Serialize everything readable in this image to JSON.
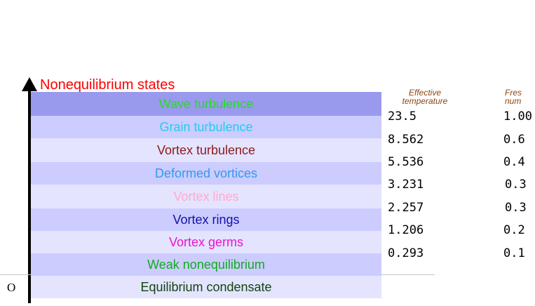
{
  "axis": {
    "title": "Nonequilibrium states",
    "zero_label": "O"
  },
  "levels": [
    {
      "label": "Wave turbulence",
      "text_color": "#22dd22",
      "bg": "#9999ee"
    },
    {
      "label": "Grain turbulence",
      "text_color": "#22ccee",
      "bg": "#ccccff"
    },
    {
      "label": "Vortex turbulence",
      "text_color": "#8b1a1a",
      "bg": "#e4e4ff"
    },
    {
      "label": "Deformed vortices",
      "text_color": "#3399ee",
      "bg": "#ccccff"
    },
    {
      "label": "Vortex lines",
      "text_color": "#ffaacc",
      "bg": "#e4e4ff"
    },
    {
      "label": "Vortex rings",
      "text_color": "#1111aa",
      "bg": "#ccccff"
    },
    {
      "label": "Vortex germs",
      "text_color": "#ee11cc",
      "bg": "#e4e4ff"
    },
    {
      "label": "Weak nonequilibrium",
      "text_color": "#11aa22",
      "bg": "#ccccff"
    },
    {
      "label": "Equilibrium condensate",
      "text_color": "#114411",
      "bg": "#e4e4ff"
    }
  ],
  "columns": {
    "effective_temperature": {
      "header_line1": "Effective",
      "header_line2": "temperature",
      "values": [
        "23.5",
        "8.562",
        "5.536",
        "3.231",
        "2.257",
        "1.206",
        "0.293"
      ]
    },
    "fresnel_number": {
      "header_line1": "Fres",
      "header_line2": "num",
      "values": [
        "1.00",
        "0.6",
        "0.4",
        "0.3",
        "0.3",
        "0.2",
        "0.1"
      ]
    }
  }
}
